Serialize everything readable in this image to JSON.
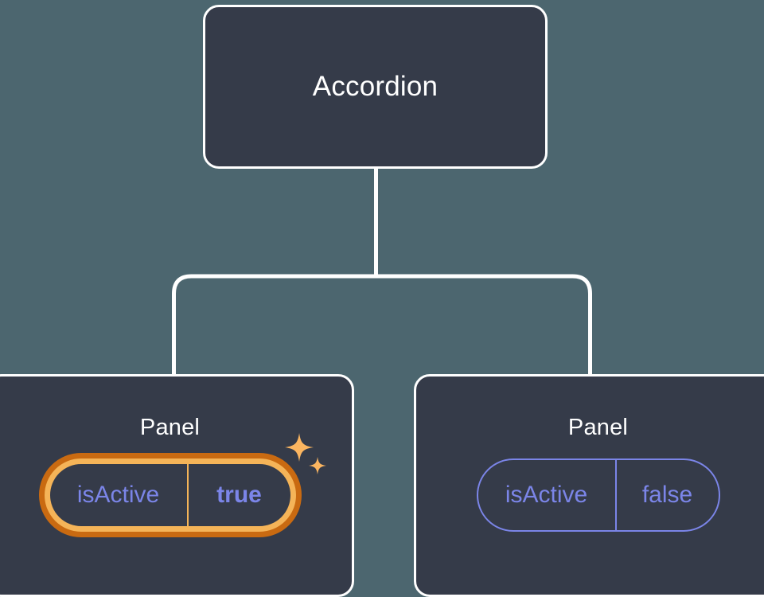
{
  "diagram": {
    "type": "component-tree",
    "background_color": "#4c666f",
    "node_fill_color": "#353b49",
    "node_border_color": "#ffffff",
    "connector_color": "#ffffff",
    "prop_color": "#7b85e8",
    "highlight_outer_color": "#c96a11",
    "highlight_inner_color": "#f5b458",
    "sparkle_color": "#fbb560",
    "root": {
      "label": "Accordion"
    },
    "children": [
      {
        "label": "Panel",
        "highlighted": true,
        "prop": {
          "key": "isActive",
          "value": "true"
        },
        "sparkle_large_icon": "sparkle-icon",
        "sparkle_small_icon": "sparkle-icon"
      },
      {
        "label": "Panel",
        "highlighted": false,
        "prop": {
          "key": "isActive",
          "value": "false"
        }
      }
    ]
  }
}
